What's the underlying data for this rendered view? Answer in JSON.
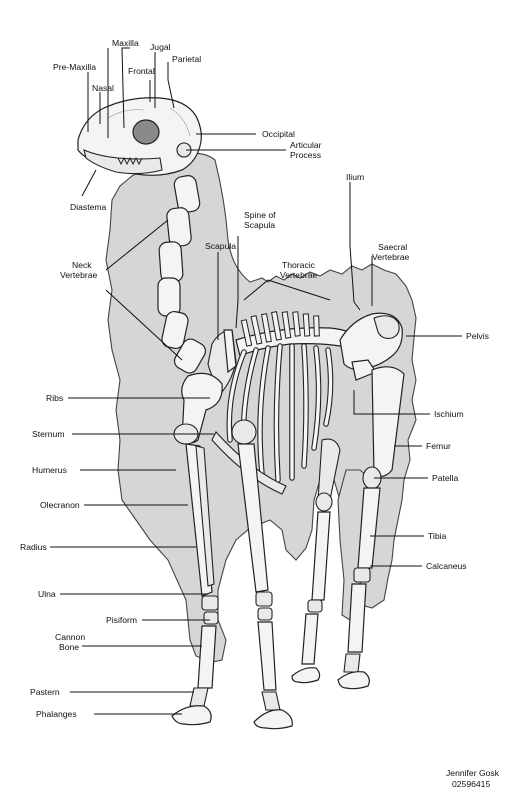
{
  "labels": {
    "maxilla": "Maxilla",
    "jugal": "Jugal",
    "parietal": "Parietal",
    "frontal": "Frontal",
    "pre_maxilla": "Pre-Maxilla",
    "nasal": "Nasal",
    "occipital": "Occipital",
    "articular_process": [
      "Articular",
      "Process"
    ],
    "diastema": "Diastema",
    "ilium": "Ilium",
    "spine_of_scapula": [
      "Spine of",
      "Scapula"
    ],
    "scapula": "Scapula",
    "saecral_vertebrae": [
      "Saecral",
      "Vertebrae"
    ],
    "thoracic_vertebrae": [
      "Thoracic",
      "Vertebrae"
    ],
    "neck_vertebrae": [
      "Neck",
      "Vertebrae"
    ],
    "pelvis": "Pelvis",
    "ribs": "Ribs",
    "ischium": "Ischium",
    "sternum": "Sternum",
    "femur": "Femur",
    "humerus": "Humerus",
    "patella": "Patella",
    "olecranon": "Olecranon",
    "radius": "Radius",
    "tibia": "Tibia",
    "calcaneus": "Calcaneus",
    "ulna": "Ulna",
    "pisiform": "Pisiform",
    "cannon_bone": [
      "Cannon",
      "Bone"
    ],
    "pastern": "Pastern",
    "phalanges": "Phalanges"
  },
  "credit": {
    "name": "Jennifer Gosk",
    "id": "02596415"
  }
}
